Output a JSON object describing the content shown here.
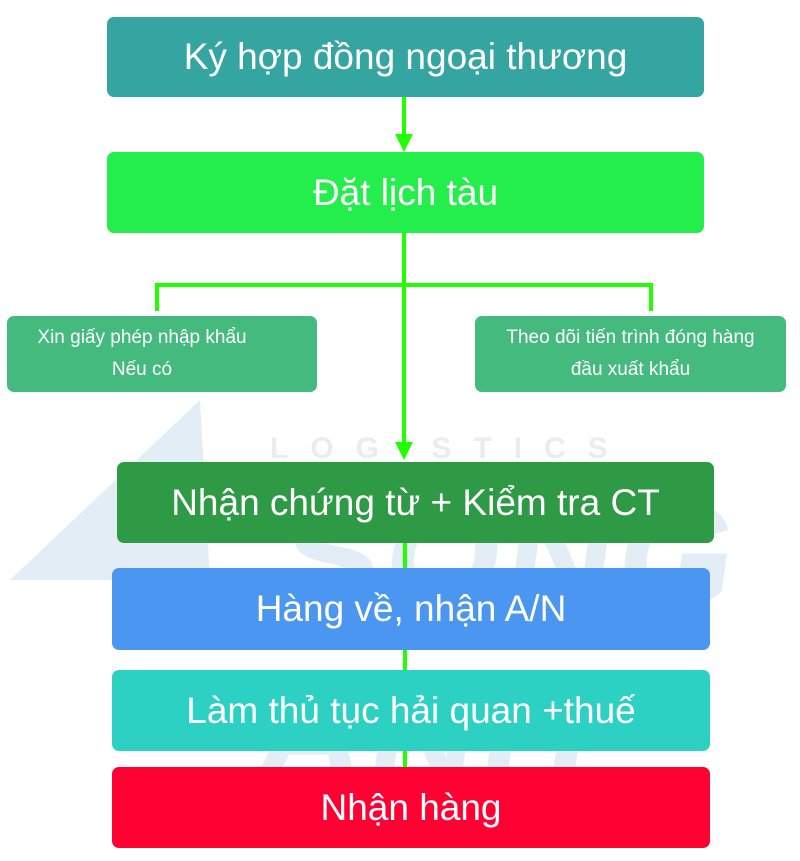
{
  "steps": [
    {
      "label": "Ký hợp đồng ngoại thương",
      "color": "#35a5a2"
    },
    {
      "label": "Đặt lịch tàu",
      "color": "#24ee4c"
    },
    {
      "label": "Nhận chứng từ + Kiểm tra CT",
      "color": "#2f9a46"
    },
    {
      "label": "Hàng về, nhận A/N",
      "color": "#4a96f0"
    },
    {
      "label": "Làm thủ tục hải quan +thuế",
      "color": "#2dd1c3"
    },
    {
      "label": "Nhận hàng",
      "color": "#ff0033"
    }
  ],
  "branches": [
    {
      "line1": "Xin giấy phép nhập khẩu",
      "line2": "Nếu có"
    },
    {
      "line1": "Theo dõi tiến trình đóng hàng",
      "line2": "đầu xuất khẩu"
    }
  ],
  "watermark": {
    "brand": "SONG ANH",
    "sub": "LOGISTICS"
  },
  "connector_color": "#22ff00"
}
